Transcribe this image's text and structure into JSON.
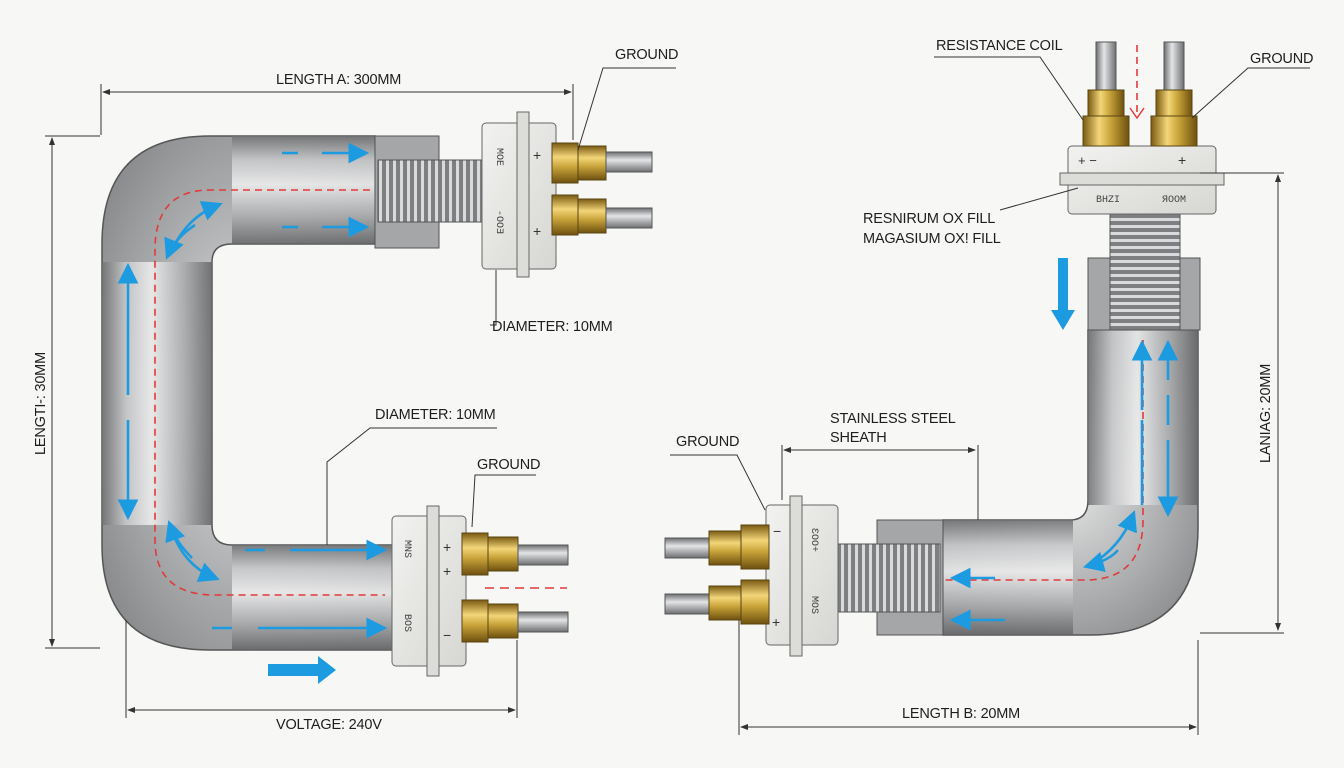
{
  "colors": {
    "background": "#f7f7f6",
    "sheath": "#a9abad",
    "flow_arrow": "#1d9be0",
    "current_path": "#e23a3a",
    "terminal_brass": "#c9a43a",
    "insulator": "#e9e9e7"
  },
  "left_element": {
    "length_a": "LENGTH A: 300MM",
    "length_vertical": "LENGTI-: 30MM",
    "voltage": "VOLTAGE: 240V",
    "ground_top": "GROUND",
    "ground_bottom": "GROUND",
    "diameter_top": "DIAMETER: 10MM",
    "diameter_bottom": "DIAMETER: 10MM",
    "upper_terminal_block": {
      "stamp_1": "MOE",
      "stamp_2": "-OOƎ",
      "sign_1": "+",
      "sign_2": "+"
    },
    "lower_terminal_block": {
      "stamp_1": "MNS",
      "stamp_2": "BOS",
      "sign_1": "+",
      "sign_2": "+",
      "sign_3": "−"
    }
  },
  "right_element": {
    "resistance_coil": "RESISTANCE COIL",
    "ground_top": "GROUND",
    "fill_line_1": "RESNIRUM OX FILL",
    "fill_line_2": "MAGASIUM OX! FILL",
    "length_vertical": "LANIAG: 20MM",
    "sheath_line_1": "STAINLESS STEEL",
    "sheath_line_2": "SHEATH",
    "ground_left": "GROUND",
    "length_b": "LENGTH B: 20MM",
    "top_terminal_block": {
      "stamp_1": "BHZI",
      "stamp_2": "ЯOOM",
      "sign_1": "+ −",
      "sign_2": "+"
    },
    "left_terminal_block": {
      "stamp_1": "ƐOO+",
      "stamp_2": "MOS",
      "sign_1": "−",
      "sign_2": "+"
    }
  },
  "icons": [
    "flow-arrow-icon",
    "current-path-icon",
    "terminal-icon",
    "coil-icon"
  ]
}
